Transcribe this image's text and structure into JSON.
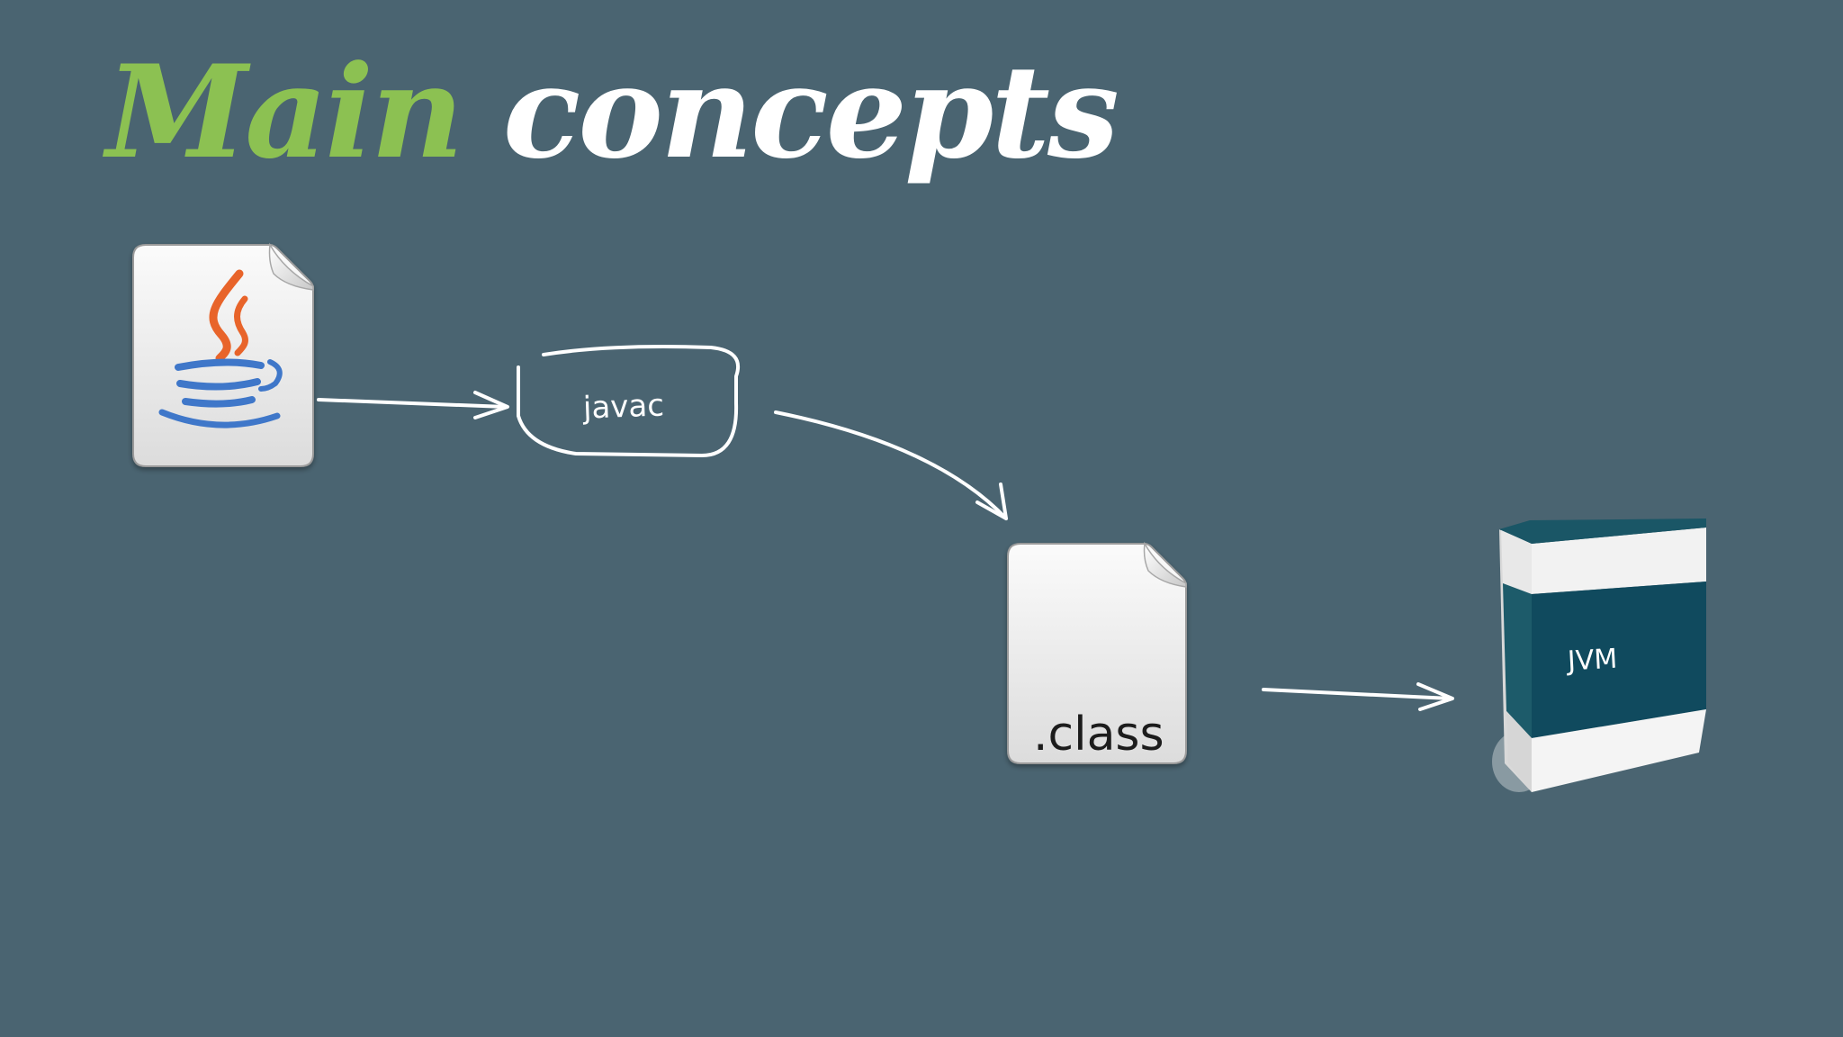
{
  "slide": {
    "title_word1": "Main",
    "title_word2": "concepts",
    "title_word1_color": "#8cc152",
    "title_word2_color": "#ffffff",
    "background_color": "#4a6471"
  },
  "diagram": {
    "nodes": [
      {
        "id": "source",
        "icon": "java-source-file-icon"
      },
      {
        "id": "compiler",
        "label": "javac",
        "shape": "hand-drawn-bubble"
      },
      {
        "id": "bytecode",
        "label": ".class",
        "icon": "class-file-icon"
      },
      {
        "id": "vm",
        "label": "JVM",
        "icon": "software-box-icon"
      }
    ],
    "edges": [
      {
        "from": "source",
        "to": "compiler"
      },
      {
        "from": "compiler",
        "to": "bytecode"
      },
      {
        "from": "bytecode",
        "to": "vm"
      }
    ]
  }
}
